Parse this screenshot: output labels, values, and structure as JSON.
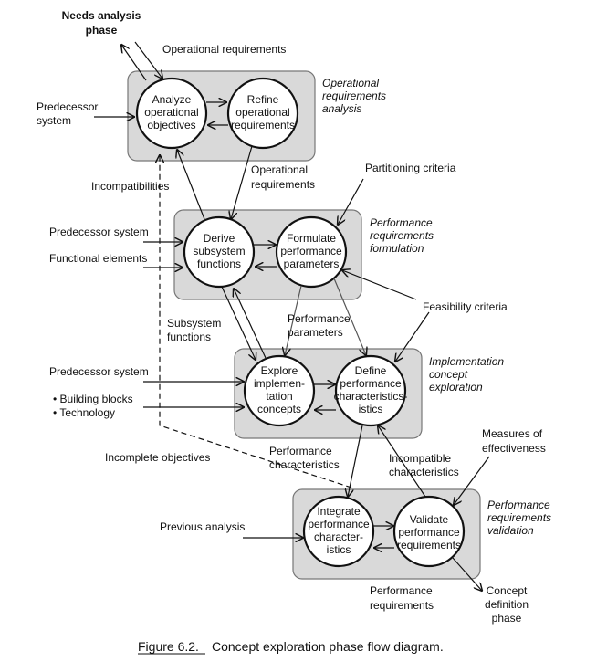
{
  "top": {
    "title_line1": "Needs analysis",
    "title_line2": "phase"
  },
  "labels": {
    "operational_requirements_top": "Operational requirements",
    "predecessor_system_top_l1": "Predecessor",
    "predecessor_system_top_l2": "system",
    "incompatibilities": "Incompatibilities",
    "operational_requirements_mid_l1": "Operational",
    "operational_requirements_mid_l2": "requirements",
    "partitioning_criteria": "Partitioning criteria",
    "predecessor_system_2": "Predecessor system",
    "functional_elements": "Functional elements",
    "feasibility_criteria": "Feasibility criteria",
    "subsystem_functions_l1": "Subsystem",
    "subsystem_functions_l2": "functions",
    "performance_parameters_l1": "Performance",
    "performance_parameters_l2": "parameters",
    "predecessor_system_3": "Predecessor system",
    "building_blocks": "• Building blocks",
    "technology": "• Technology",
    "incomplete_objectives": "Incomplete objectives",
    "performance_characteristics_l1": "Performance",
    "performance_characteristics_l2": "characteristics",
    "incompatible_characteristics_l1": "Incompatible",
    "incompatible_characteristics_l2": "characteristics",
    "measures_effectiveness_l1": "Measures of",
    "measures_effectiveness_l2": "effectiveness",
    "previous_analysis": "Previous analysis",
    "performance_requirements_l1": "Performance",
    "performance_requirements_l2": "requirements",
    "concept_definition_l1": "Concept",
    "concept_definition_l2": "definition",
    "concept_definition_l3": "phase"
  },
  "groups": {
    "operational": {
      "l1": "Operational",
      "l2": "requirements",
      "l3": "analysis"
    },
    "performance_formulation": {
      "l1": "Performance",
      "l2": "requirements",
      "l3": "formulation"
    },
    "implementation": {
      "l1": "Implementation",
      "l2": "concept",
      "l3": "exploration"
    },
    "validation": {
      "l1": "Performance",
      "l2": "requirements",
      "l3": "validation"
    }
  },
  "nodes": {
    "analyze": {
      "l1": "Analyze",
      "l2": "operational",
      "l3": "objectives"
    },
    "refine": {
      "l1": "Refine",
      "l2": "operational",
      "l3": "requirements"
    },
    "derive": {
      "l1": "Derive",
      "l2": "subsystem",
      "l3": "functions"
    },
    "formulate": {
      "l1": "Formulate",
      "l2": "performance",
      "l3": "parameters"
    },
    "explore": {
      "l1": "Explore",
      "l2": "implemen-",
      "l3": "tation",
      "l4": "concepts"
    },
    "define": {
      "l1": "Define",
      "l2": "performance",
      "l3": "characteristics-",
      "l4": "istics"
    },
    "integrate": {
      "l1": "Integrate",
      "l2": "performance",
      "l3": "character-",
      "l4": "istics"
    },
    "validate": {
      "l1": "Validate",
      "l2": "performance",
      "l3": "requirements"
    }
  },
  "caption": {
    "figure": "Figure 6.2.",
    "text": "Concept exploration phase flow diagram."
  }
}
